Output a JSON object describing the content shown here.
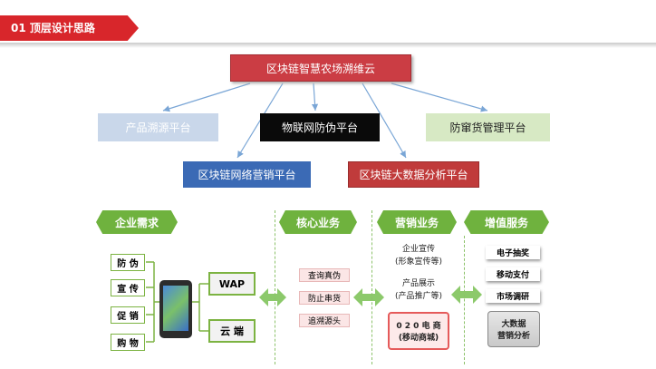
{
  "header": {
    "title": "01   顶层设计思路"
  },
  "top": {
    "main": "区块链智慧农场溯维云",
    "trace": "产品溯源平台",
    "iot": "物联网防伪平台",
    "counterfeit": "防窜货管理平台",
    "marketing": "区块链网络营销平台",
    "bigdata": "区块链大数据分析平台"
  },
  "sections": {
    "enterprise": "企业需求",
    "core": "核心业务",
    "marketing": "营销业务",
    "value": "增值服务"
  },
  "enterprise_items": [
    "防 伪",
    "宣 传",
    "促 销",
    "购 物"
  ],
  "channels": {
    "wap": "WAP",
    "cloud": "云 端"
  },
  "core_items": [
    "查询真伪",
    "防止串货",
    "追溯源头"
  ],
  "marketing_items": {
    "promo1": "企业宣传",
    "promo2": "(形象宣传等)",
    "display1": "产品展示",
    "display2": "(产品推广等)",
    "o2o1": "0 2 0 电 商",
    "o2o2": "(移动商城)"
  },
  "value_items": {
    "coupon": "电子抽奖",
    "pay": "移动支付",
    "research": "市场调研",
    "bigdata1": "大数据",
    "bigdata2": "营销分析"
  },
  "colors": {
    "brand_red": "#d8262b",
    "green": "#6fb23e",
    "blue": "#3b6ab5"
  }
}
